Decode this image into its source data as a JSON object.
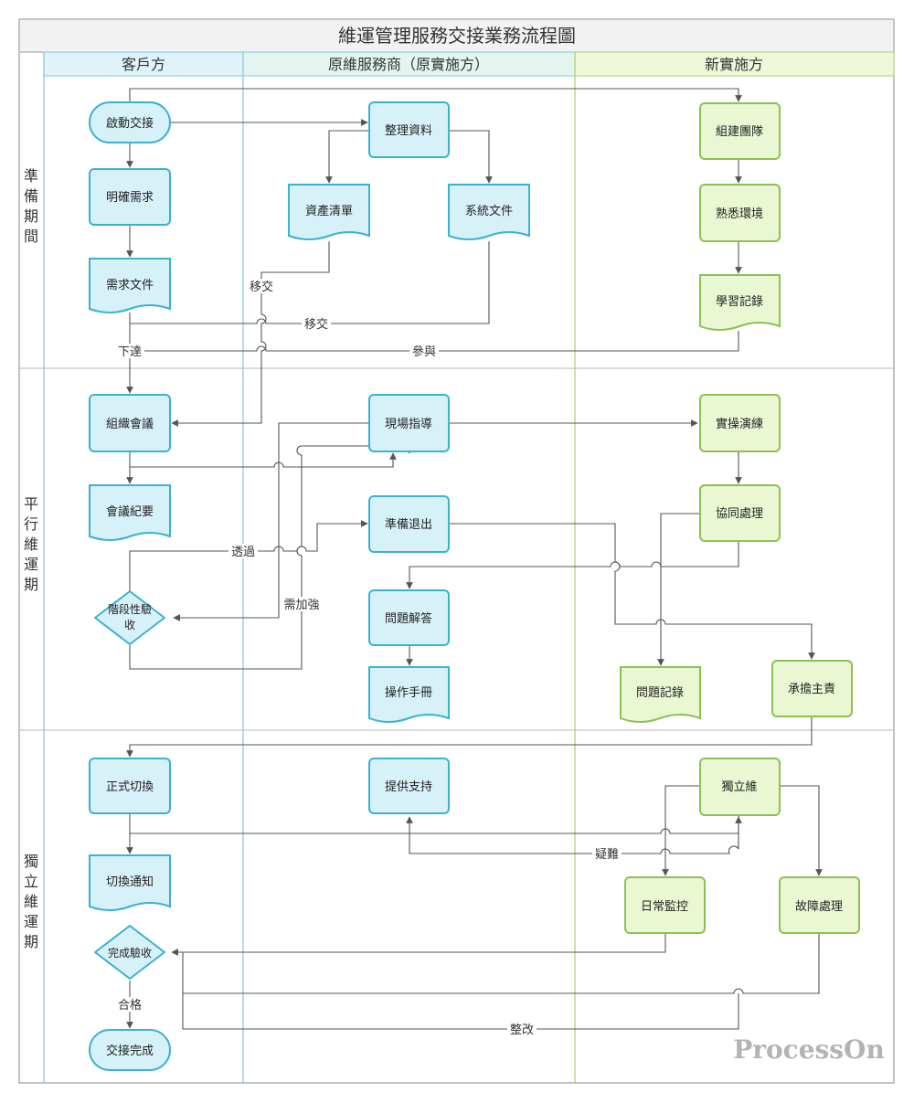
{
  "diagram": {
    "title": "維運管理服務交接業務流程圖",
    "lanes": {
      "client": "客戶方",
      "original": "原維服務商（原實施方）",
      "new": "新實施方"
    },
    "phases": {
      "prep": "準備期間",
      "parallel": "平行維運期",
      "independent": "獨立維運期"
    },
    "nodes": {
      "start_handover": "啟動交接",
      "clarify_req": "明確需求",
      "req_doc": "需求文件",
      "organize_data": "整理資料",
      "asset_list": "資產清單",
      "system_doc": "系統文件",
      "build_team": "組建團隊",
      "familiar_env": "熟悉環境",
      "learning_record": "學習記錄",
      "organize_meeting": "組織會議",
      "meeting_minutes": "會議紀要",
      "stage_acceptance": "階段性驗收",
      "onsite_guidance": "現場指導",
      "prepare_exit": "準備退出",
      "qa": "問題解答",
      "manual": "操作手冊",
      "practice_drill": "實操演練",
      "collab_handle": "協同處理",
      "issue_record": "問題記錄",
      "take_lead": "承擔主責",
      "formal_switch": "正式切換",
      "switch_notice": "切換通知",
      "complete_acceptance": "完成驗收",
      "handover_done": "交接完成",
      "provide_support": "提供支持",
      "independent_ops": "獨立維",
      "daily_monitor": "日常監控",
      "fault_handle": "故障處理"
    },
    "edge_labels": {
      "handover1": "移交",
      "handover2": "移交",
      "issue": "下達",
      "participate": "參與",
      "via": "透過",
      "strengthen": "需加強",
      "difficulty": "疑難",
      "qualified": "合格",
      "rectify": "整改"
    },
    "colors": {
      "client_fill": "#d7f1f9",
      "client_stroke": "#3bb2d0",
      "new_fill": "#eaf7d3",
      "new_stroke": "#8cc152",
      "line": "#555555"
    }
  },
  "watermark": "ProcessOn"
}
